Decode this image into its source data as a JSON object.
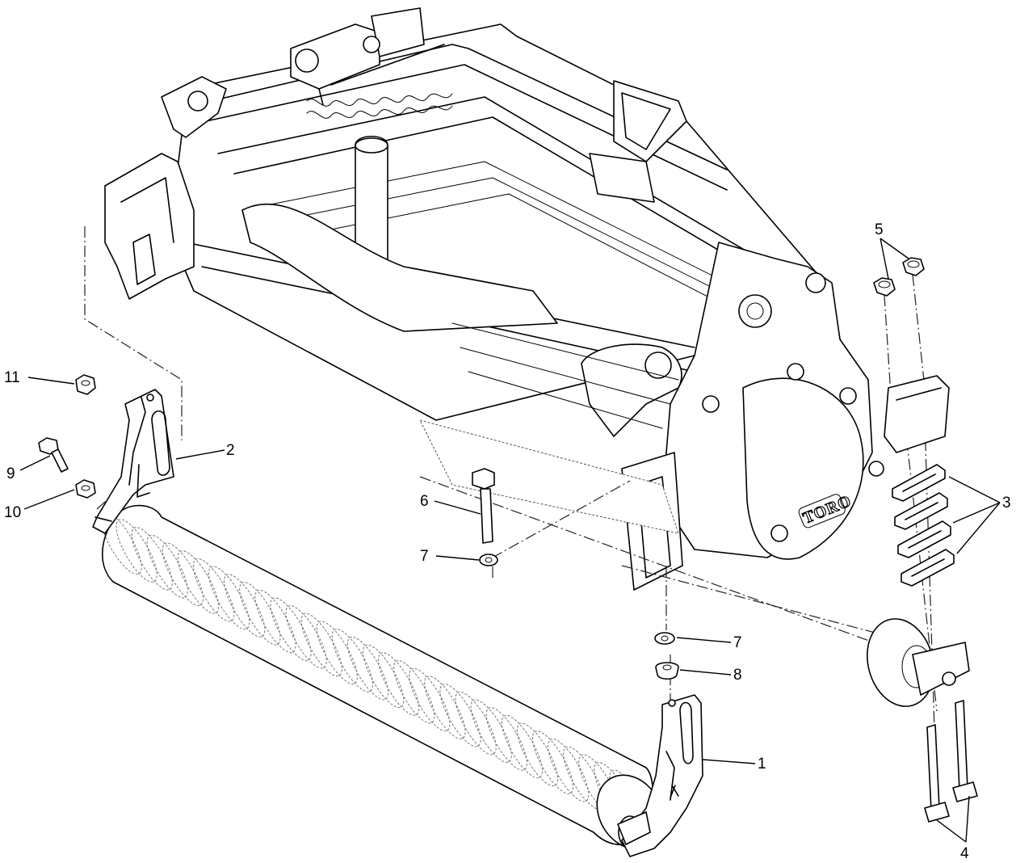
{
  "callouts": [
    {
      "number": "1"
    },
    {
      "number": "2"
    },
    {
      "number": "3"
    },
    {
      "number": "4"
    },
    {
      "number": "5"
    },
    {
      "number": "6"
    },
    {
      "number": "7"
    },
    {
      "number": "7"
    },
    {
      "number": "8"
    },
    {
      "number": "9"
    },
    {
      "number": "10"
    },
    {
      "number": "11"
    }
  ],
  "brand_mark": "TORO",
  "colors": {
    "line": "#000000",
    "background": "#ffffff"
  }
}
